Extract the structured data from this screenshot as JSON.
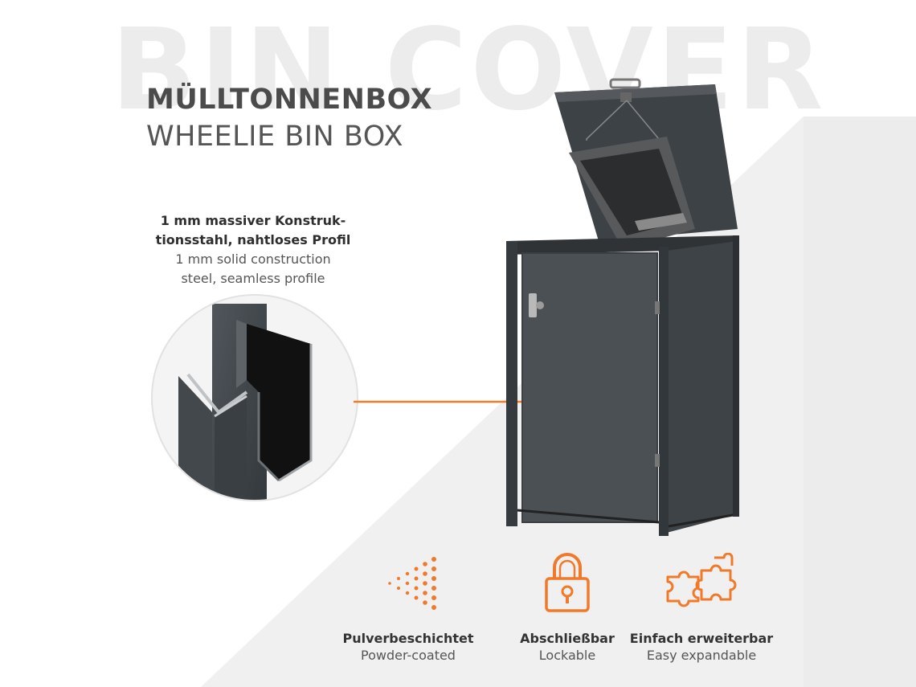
{
  "background_word": "BIN COVER",
  "title": {
    "de": "MÜLLTONNENBOX",
    "en": "WHEELIE BIN BOX"
  },
  "spec": {
    "de_line1": "1 mm massiver Konstruk-",
    "de_line2": "tionsstahl, nahtloses Profil",
    "en_line1": "1 mm solid construction",
    "en_line2": "steel, seamless profile"
  },
  "features": [
    {
      "de": "Pulverbeschichtet",
      "en": "Powder-coated",
      "icon": "powder-spray-icon"
    },
    {
      "de": "Abschließbar",
      "en": "Lockable",
      "icon": "padlock-icon"
    },
    {
      "de": "Einfach erweiterbar",
      "en": "Easy expandable",
      "icon": "puzzle-pieces-icon"
    }
  ],
  "colors": {
    "accent": "#f07a2a",
    "steel": "#3f4448",
    "text_dark": "#333333",
    "watermark": "#ececec"
  }
}
